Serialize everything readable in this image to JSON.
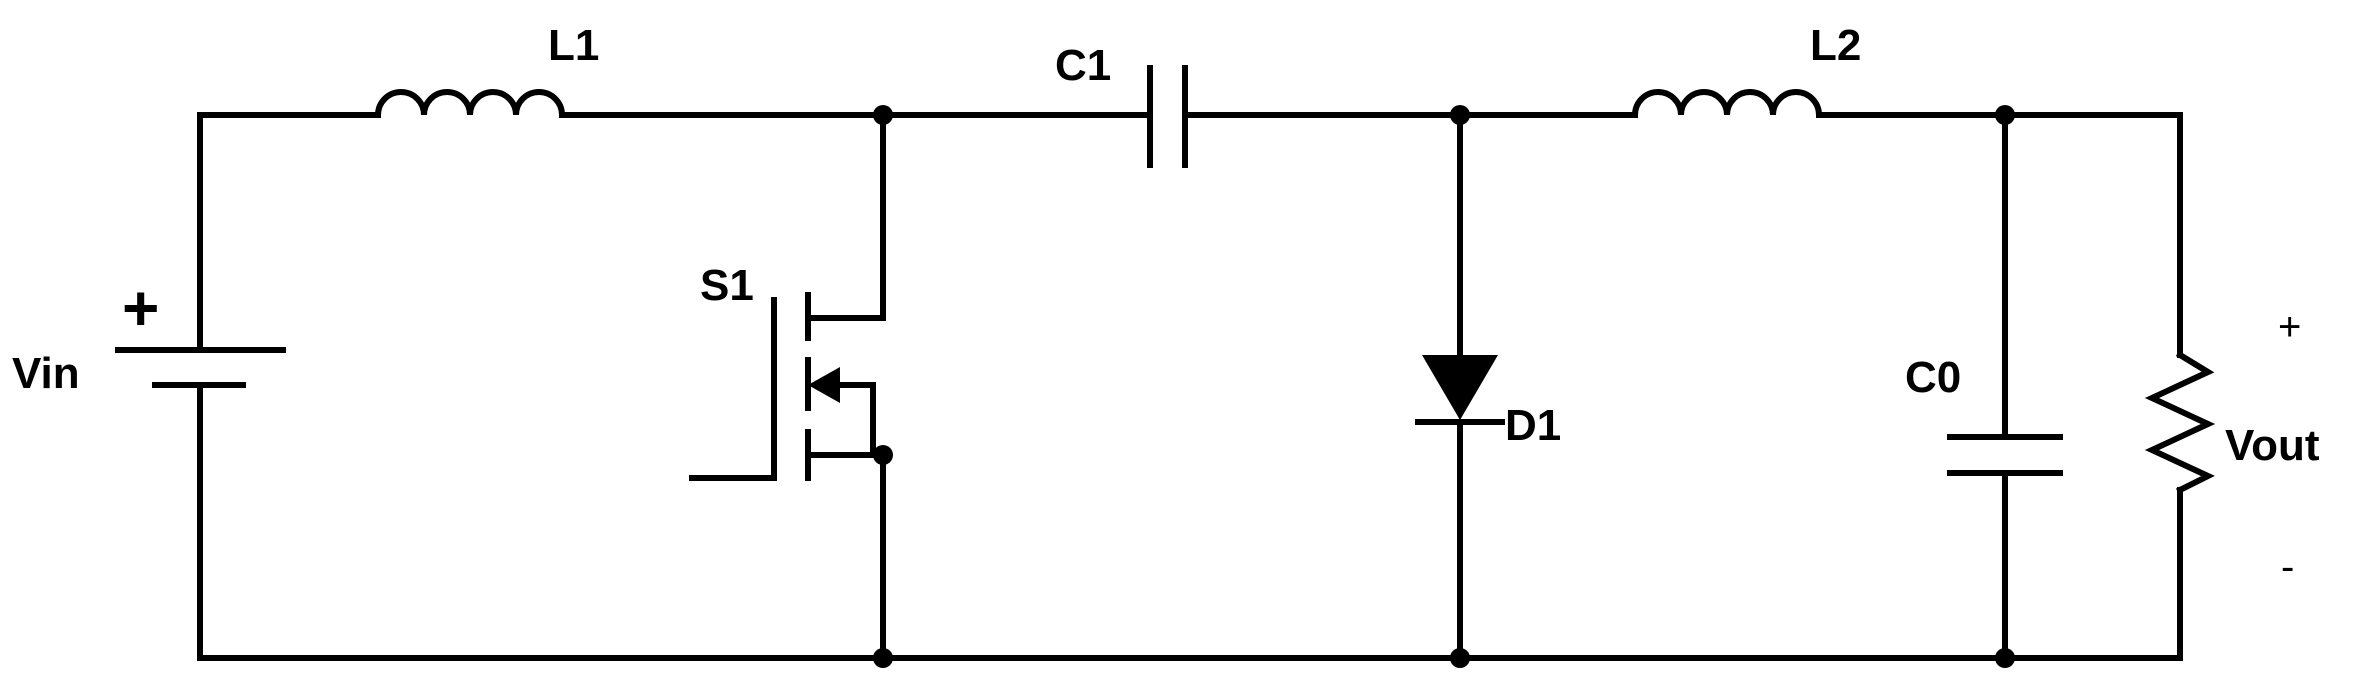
{
  "diagram": {
    "type": "circuit-schematic",
    "components": [
      {
        "id": "Vin",
        "kind": "dc-voltage-source",
        "label": "Vin",
        "polarity_mark": "+"
      },
      {
        "id": "L1",
        "kind": "inductor",
        "label": "L1"
      },
      {
        "id": "S1",
        "kind": "mosfet-switch",
        "label": "S1"
      },
      {
        "id": "C1",
        "kind": "capacitor",
        "label": "C1"
      },
      {
        "id": "D1",
        "kind": "diode",
        "label": "D1"
      },
      {
        "id": "L2",
        "kind": "inductor",
        "label": "L2"
      },
      {
        "id": "C0",
        "kind": "capacitor",
        "label": "C0"
      },
      {
        "id": "Load",
        "kind": "resistor",
        "label": "Vout",
        "plus": "+",
        "minus": "-"
      }
    ],
    "colors": {
      "wire": "#000000",
      "background": "#ffffff"
    }
  }
}
